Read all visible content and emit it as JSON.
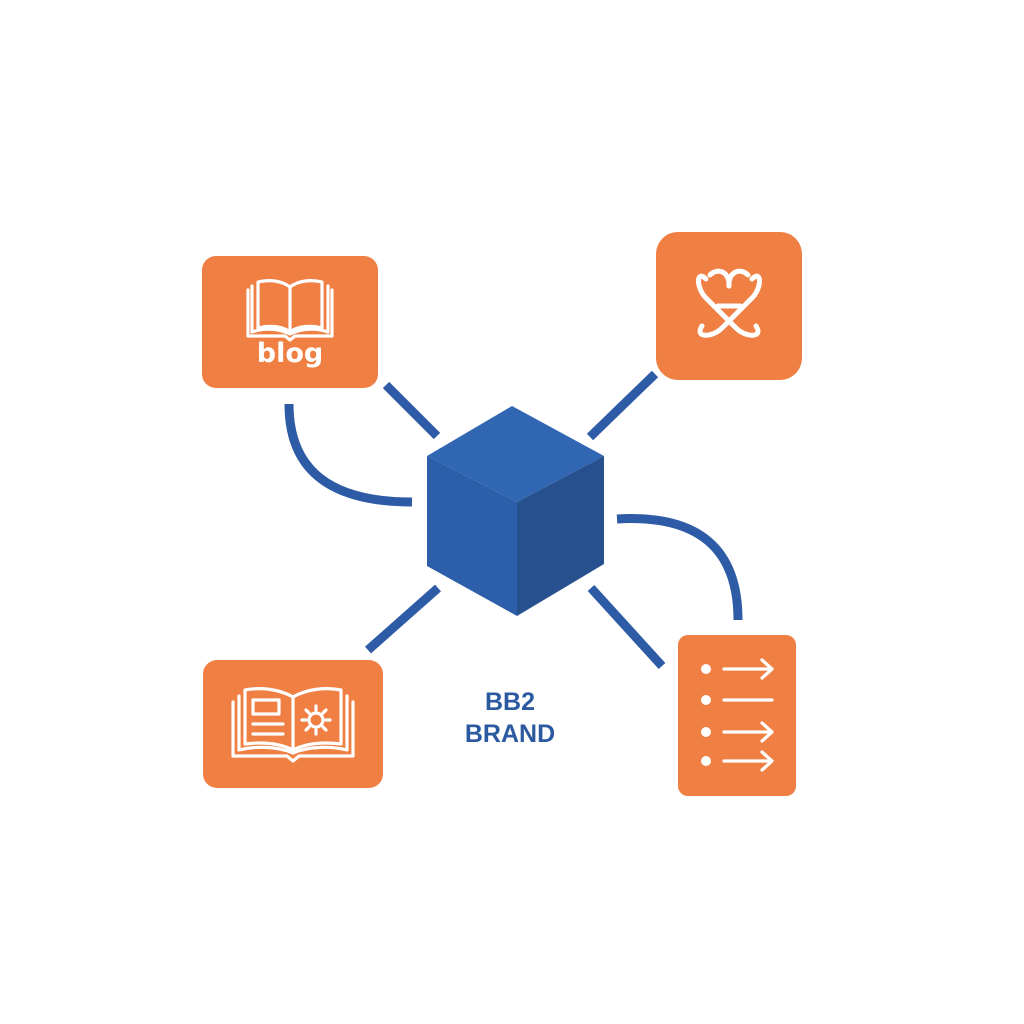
{
  "colors": {
    "node_fill": "#ef7f43",
    "icon_stroke": "#ffffff",
    "connector": "#2e5ba6",
    "hub_top": "#3166b3",
    "hub_left": "#2c5eaa",
    "hub_right": "#27508f",
    "brand_text": "#2c5aa0"
  },
  "nodes": {
    "blog": {
      "label": "blog",
      "icon": "open-book-icon"
    },
    "integration": {
      "icon": "chain-link-icon"
    },
    "guide": {
      "icon": "book-with-gear-icon"
    },
    "checklist": {
      "icon": "list-arrows-icon"
    }
  },
  "hub": {
    "icon": "cube-icon"
  },
  "brand": {
    "line1": "BB2",
    "line2": "BRAND"
  }
}
